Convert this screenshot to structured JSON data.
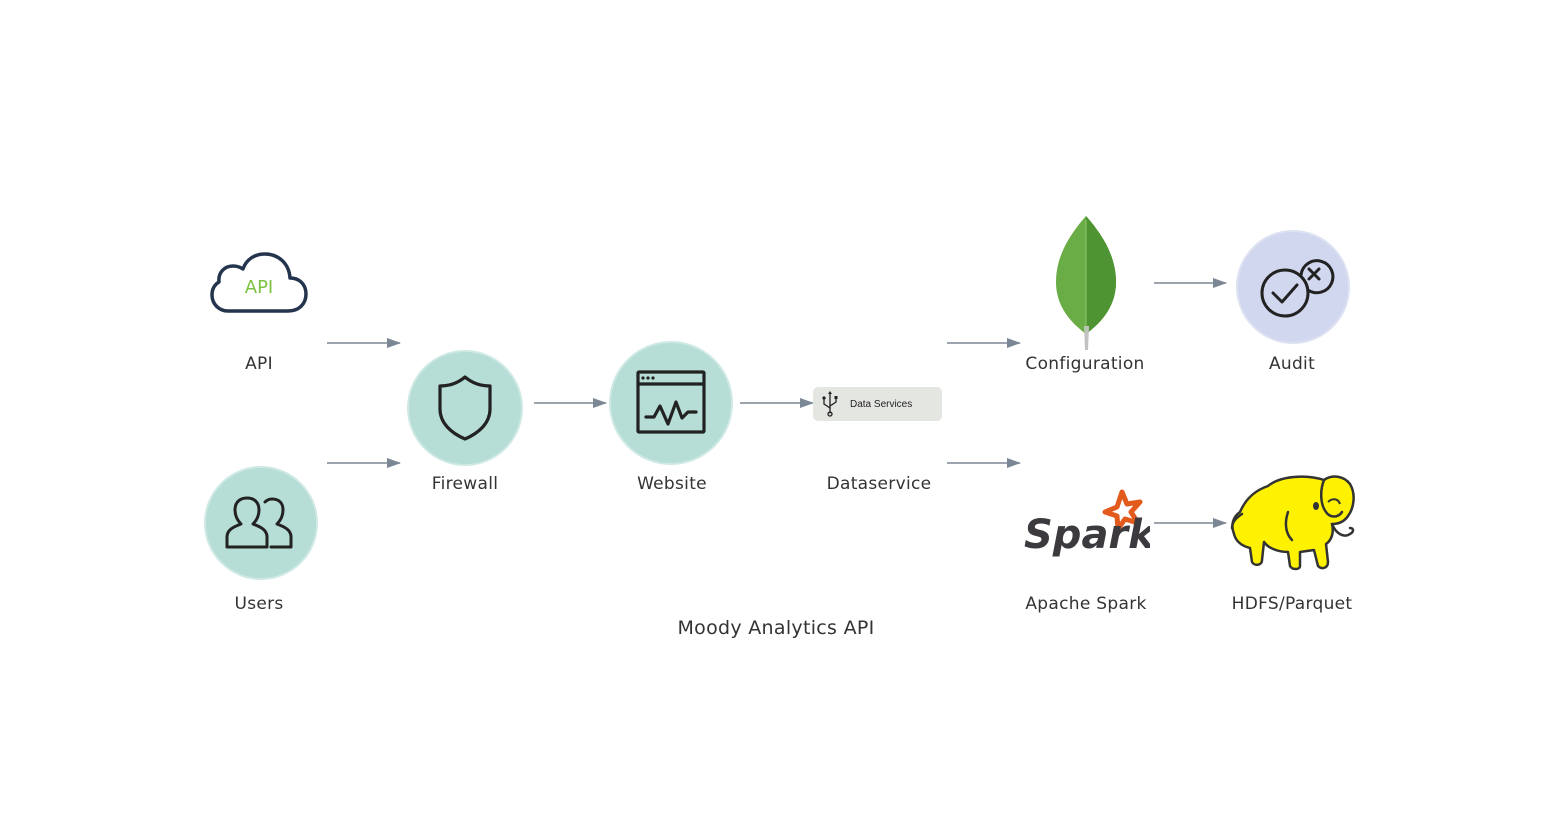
{
  "title": "Moody Analytics API",
  "colors": {
    "circle_fill": "#b6ddd6",
    "audit_fill": "#d0d7ee",
    "edge": "#7b8794",
    "icon_stroke": "#222222",
    "api_cloud_stroke": "#24344d",
    "api_text": "#7cc242",
    "leaf_light": "#6aac46",
    "leaf_dark": "#4f9433",
    "spark_text": "#3c3a3e",
    "spark_star": "#e25a1c",
    "elephant": "#fff200"
  },
  "nodes": {
    "api": {
      "label": "API",
      "icon": "api-cloud-icon",
      "icon_text": "API"
    },
    "users": {
      "label": "Users",
      "icon": "users-icon"
    },
    "firewall": {
      "label": "Firewall",
      "icon": "shield-icon"
    },
    "website": {
      "label": "Website",
      "icon": "browser-activity-icon"
    },
    "dataservice": {
      "label": "Dataservice",
      "icon": "usb-icon",
      "badge_text": "Data Services"
    },
    "configuration": {
      "label": "Configuration",
      "icon": "mongodb-leaf-icon"
    },
    "audit": {
      "label": "Audit",
      "icon": "check-x-icon"
    },
    "spark": {
      "label": "Apache Spark",
      "icon": "spark-logo-icon",
      "logo_text": "Spark"
    },
    "hdfs": {
      "label": "HDFS/Parquet",
      "icon": "hadoop-elephant-icon"
    }
  },
  "edges": [
    {
      "from": "api",
      "to": "firewall"
    },
    {
      "from": "users",
      "to": "firewall"
    },
    {
      "from": "firewall",
      "to": "website"
    },
    {
      "from": "website",
      "to": "dataservice"
    },
    {
      "from": "dataservice",
      "to": "configuration"
    },
    {
      "from": "dataservice",
      "to": "spark"
    },
    {
      "from": "configuration",
      "to": "audit"
    },
    {
      "from": "spark",
      "to": "hdfs"
    }
  ]
}
